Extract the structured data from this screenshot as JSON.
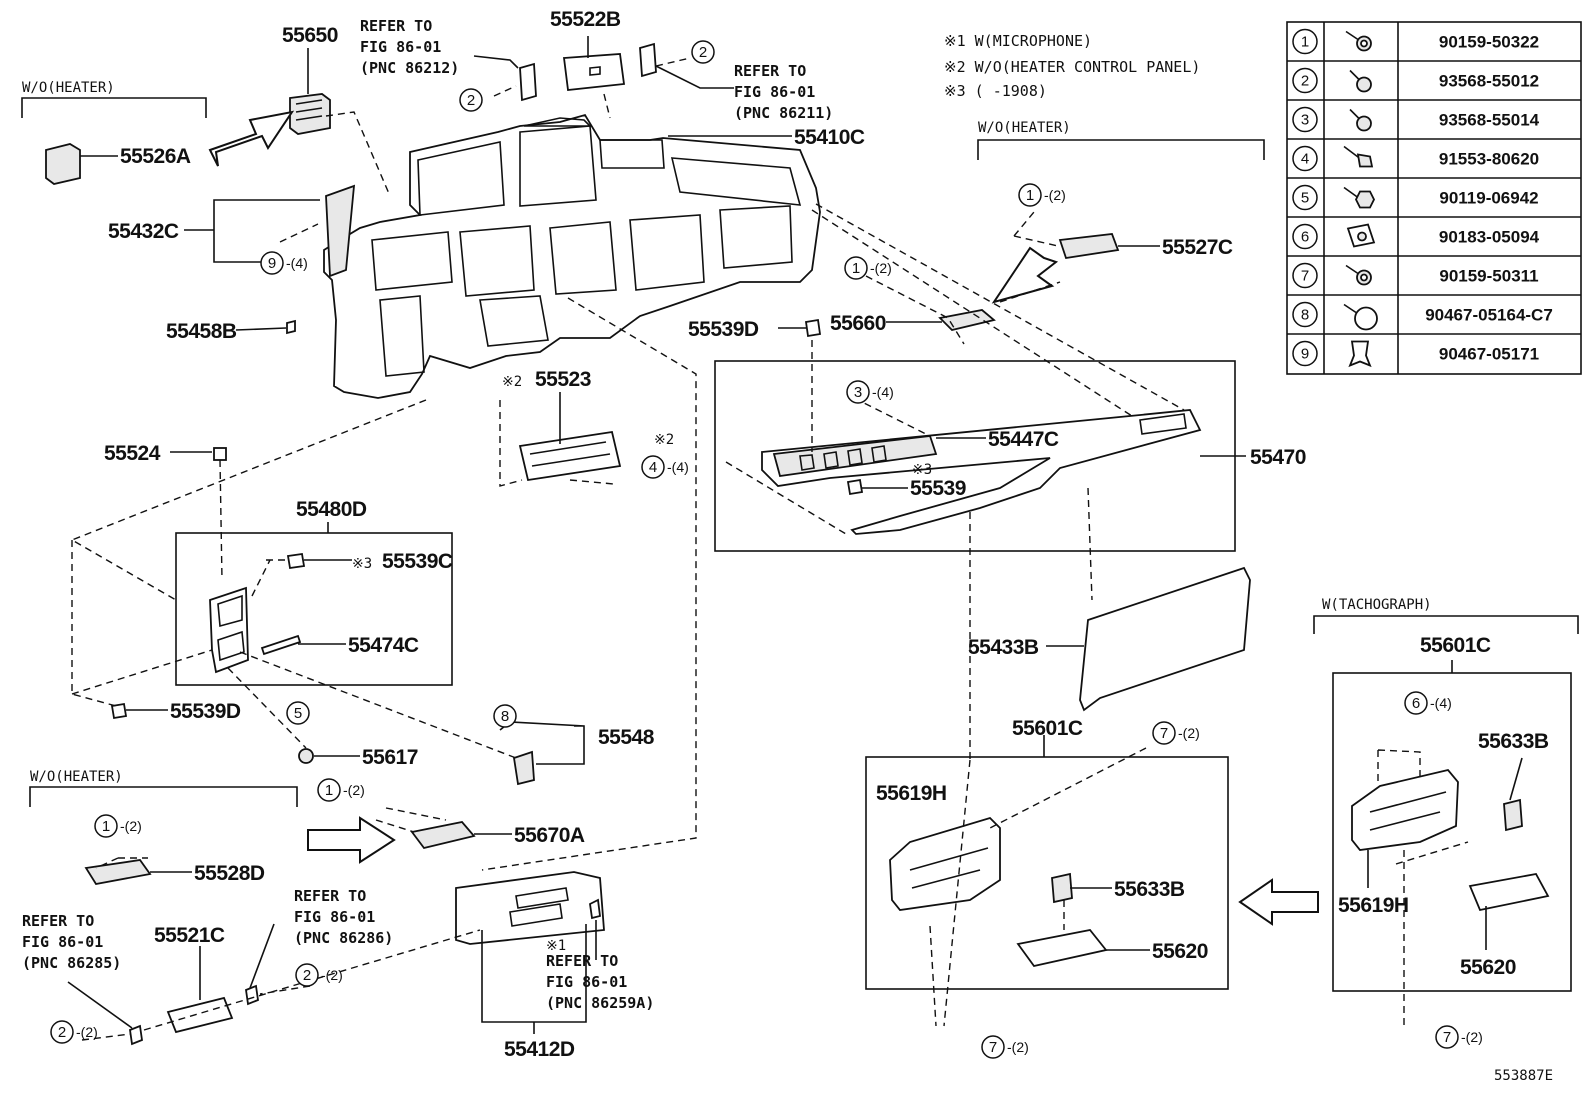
{
  "notes": {
    "n1": "※1 W(MICROPHONE)",
    "n2": "※2 W/O(HEATER CONTROL PANEL)",
    "n3": "※3 (      -1908)"
  },
  "drawing_id": "553887E",
  "group_labels": {
    "wo_heater_top": "W/O(HEATER)",
    "wo_heater_mid": "W/O(HEATER)",
    "wo_heater_bot": "W/O(HEATER)",
    "w_tachograph": "W(TACHOGRAPH)"
  },
  "part_numbers": {
    "p55650": "55650",
    "p55522B": "55522B",
    "p55410C": "55410C",
    "p55526A": "55526A",
    "p55432C": "55432C",
    "p55458B": "55458B",
    "p55527C": "55527C",
    "p55660": "55660",
    "p55539D_top": "55539D",
    "p55523": "55523",
    "p55447C": "55447C",
    "p55470": "55470",
    "p55539": "55539",
    "p55524": "55524",
    "p55480D": "55480D",
    "p55539C": "55539C",
    "p55474C": "55474C",
    "p55539D_bot": "55539D",
    "p55617": "55617",
    "p55548": "55548",
    "p55433B": "55433B",
    "p55601C_mid": "55601C",
    "p55619H_mid": "55619H",
    "p55633B_mid": "55633B",
    "p55620_mid": "55620",
    "p55601C_right": "55601C",
    "p55633B_right": "55633B",
    "p55619H_right": "55619H",
    "p55620_right": "55620",
    "p55670A": "55670A",
    "p55528D": "55528D",
    "p55521C": "55521C",
    "p55412D": "55412D"
  },
  "refs": {
    "ref_86212": {
      "l1": "REFER TO",
      "l2": "FIG 86-01",
      "l3": "(PNC 86212)"
    },
    "ref_86211": {
      "l1": "REFER TO",
      "l2": "FIG 86-01",
      "l3": "(PNC 86211)"
    },
    "ref_86285": {
      "l1": "REFER TO",
      "l2": "FIG 86-01",
      "l3": "(PNC 86285)"
    },
    "ref_86286": {
      "l1": "REFER TO",
      "l2": "FIG 86-01",
      "l3": "(PNC 86286)"
    },
    "ref_86259A": {
      "l1": "REFER TO",
      "l2": "FIG 86-01",
      "l3": "(PNC 86259A)"
    }
  },
  "marks": {
    "m2": "※2",
    "m3a": "※3",
    "m3b": "※3",
    "m1": "※1"
  },
  "callouts": {
    "c2_a": {
      "num": "2",
      "qty": ""
    },
    "c2_b": {
      "num": "2",
      "qty": ""
    },
    "c9": {
      "num": "9",
      "qty": "-(4)"
    },
    "c1_a": {
      "num": "1",
      "qty": "-(2)"
    },
    "c1_b": {
      "num": "1",
      "qty": "-(2)"
    },
    "c3": {
      "num": "3",
      "qty": "-(4)"
    },
    "c4": {
      "num": "4",
      "qty": "-(4)"
    },
    "c5": {
      "num": "5",
      "qty": ""
    },
    "c8": {
      "num": "8",
      "qty": ""
    },
    "c7_a": {
      "num": "7",
      "qty": "-(2)"
    },
    "c6": {
      "num": "6",
      "qty": "-(4)"
    },
    "c1_c": {
      "num": "1",
      "qty": "-(2)"
    },
    "c1_d": {
      "num": "1",
      "qty": "-(2)"
    },
    "c2_c": {
      "num": "2",
      "qty": "-(2)"
    },
    "c2_d": {
      "num": "2",
      "qty": "-(2)"
    },
    "c7_b": {
      "num": "7",
      "qty": "-(2)"
    },
    "c7_c": {
      "num": "7",
      "qty": "-(2)"
    }
  },
  "fastener_table": [
    {
      "num": "1",
      "icon": "bolt-washer-icon",
      "part": "90159-50322"
    },
    {
      "num": "2",
      "icon": "screw-washer-icon",
      "part": "93568-55012"
    },
    {
      "num": "3",
      "icon": "screw-washer-icon",
      "part": "93568-55014"
    },
    {
      "num": "4",
      "icon": "bolt-icon",
      "part": "91553-80620"
    },
    {
      "num": "5",
      "icon": "bolt-nut-icon",
      "part": "90119-06942"
    },
    {
      "num": "6",
      "icon": "clip-nut-icon",
      "part": "90183-05094"
    },
    {
      "num": "7",
      "icon": "bolt-washer-icon",
      "part": "90159-50311"
    },
    {
      "num": "8",
      "icon": "push-rivet-icon",
      "part": "90467-05164-C7"
    },
    {
      "num": "9",
      "icon": "clip-icon",
      "part": "90467-05171"
    }
  ]
}
